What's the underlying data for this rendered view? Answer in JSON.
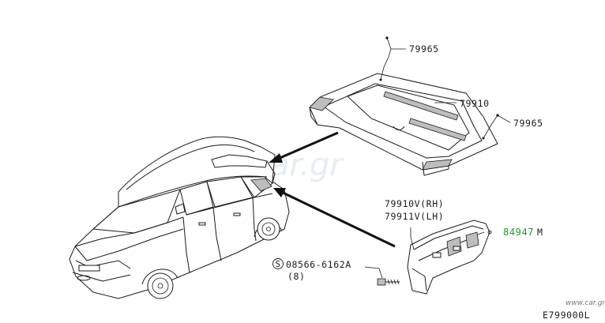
{
  "diagram": {
    "labels": {
      "lbl_79965_top": "79965",
      "lbl_79910": "79910",
      "lbl_79965_right": "79965",
      "lbl_79910v": "79910V(RH)",
      "lbl_79911v": "79911V(LH)",
      "lbl_84947": "84947",
      "lbl_84947_suffix": "M",
      "lbl_bolt_s": "S",
      "lbl_bolt_part": "08566-6162A",
      "lbl_bolt_qty": "(8)",
      "lbl_diagram_code": "E799000L"
    },
    "watermark": "car.gr",
    "site_mark": "www.car.gr",
    "highlight_color": "#1f9a2e"
  }
}
